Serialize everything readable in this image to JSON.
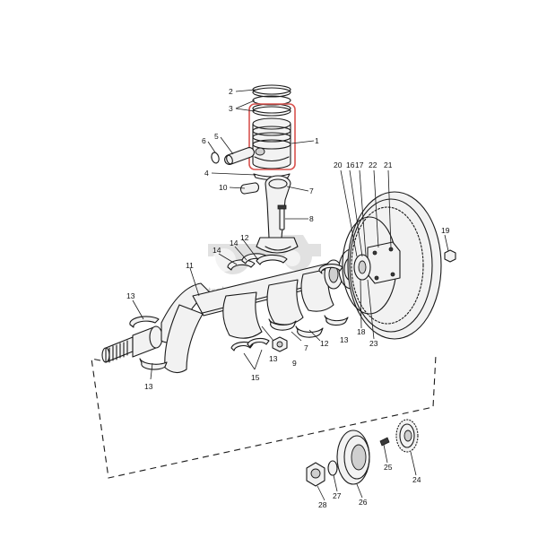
{
  "diagram": {
    "callouts": [
      "1",
      "2",
      "3",
      "4",
      "5",
      "6",
      "7",
      "8",
      "9",
      "10",
      "11",
      "12",
      "13",
      "14",
      "15",
      "16",
      "17",
      "18",
      "19",
      "20",
      "21",
      "22",
      "23",
      "24",
      "25",
      "26",
      "27",
      "28"
    ],
    "watermark": {
      "text": "traktorparts.pl"
    },
    "colors": {
      "line": "#1a1a1a",
      "highlight": "#d9534f",
      "watermark": "#c8c8c8"
    }
  }
}
